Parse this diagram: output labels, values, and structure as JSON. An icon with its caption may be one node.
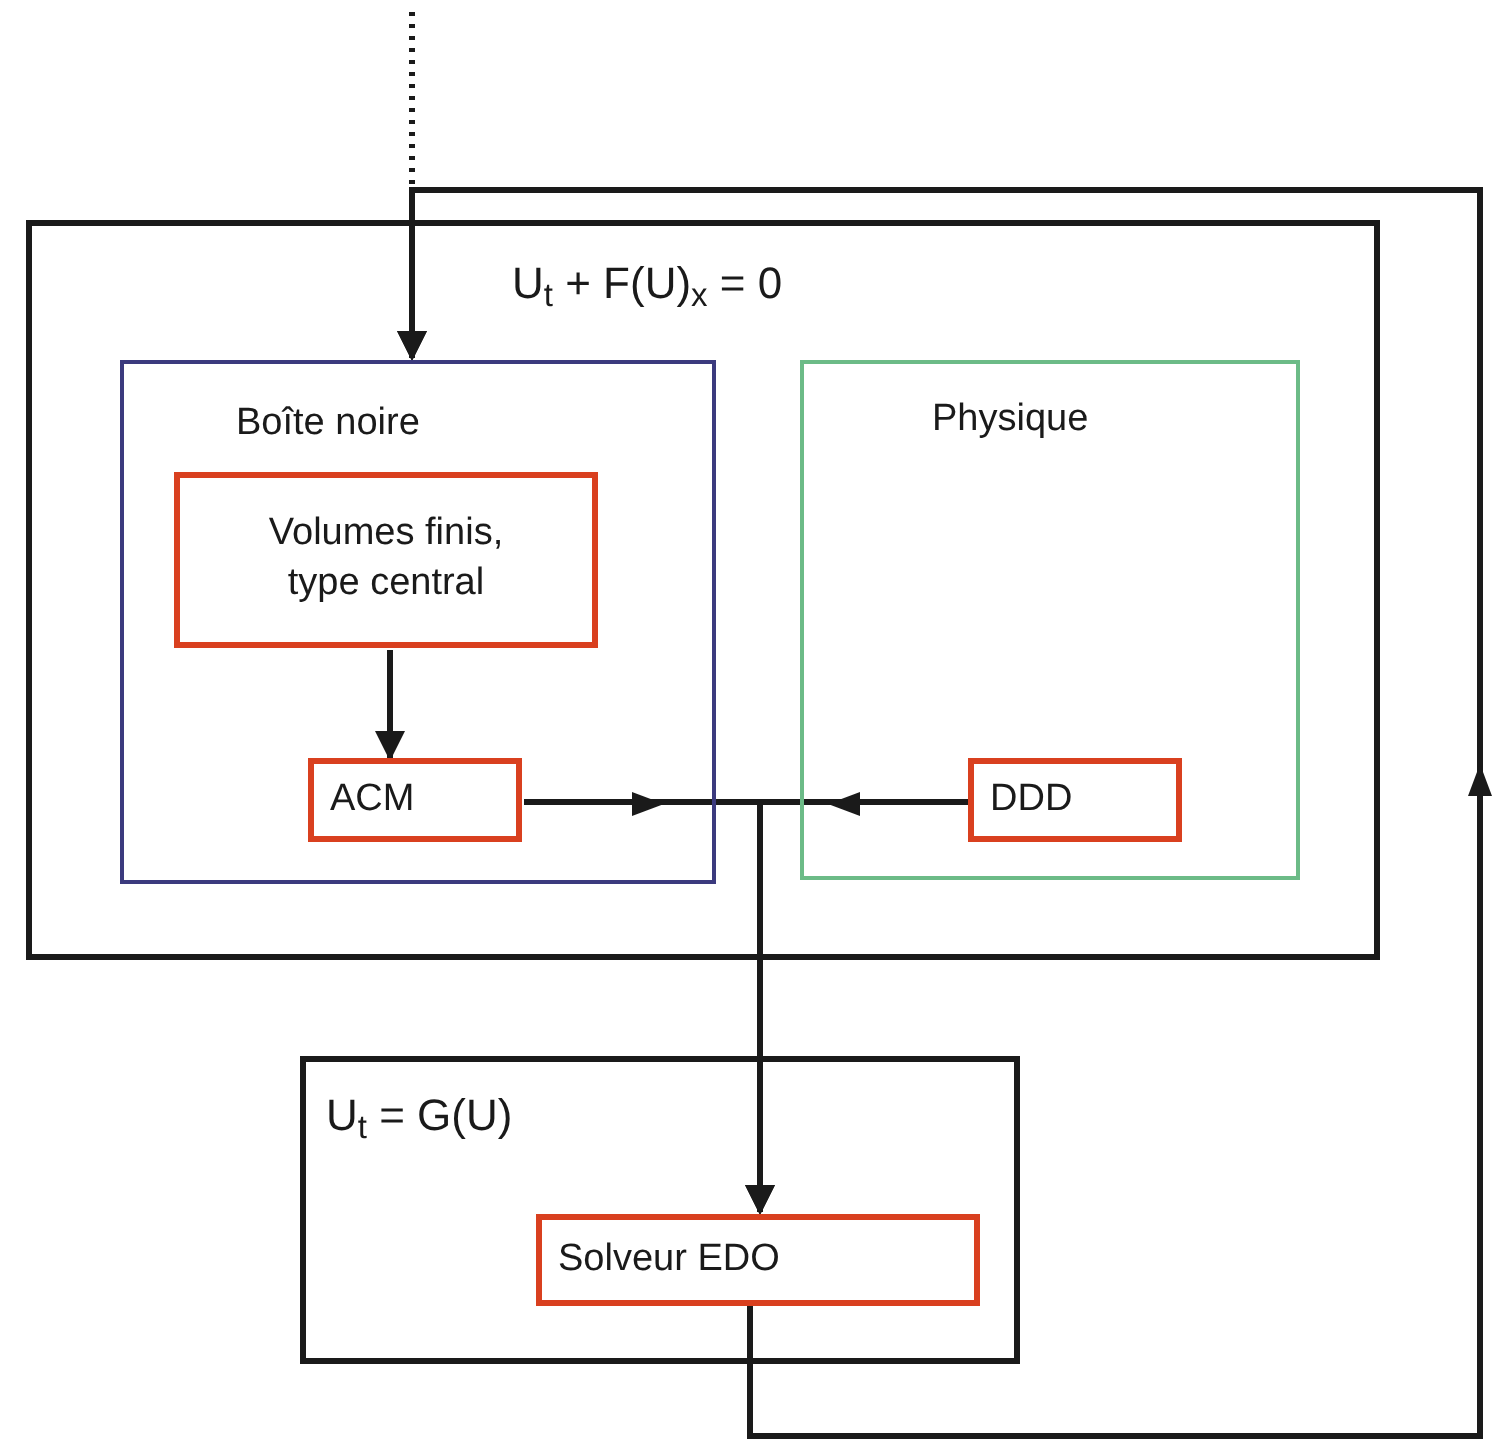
{
  "diagram": {
    "nodes": [
      {
        "text": [
          "U$_{t}$ + F(U)$_{x}$ = 0"
        ]
      },
      {
        "text": [
          "Boîte noire"
        ],
        "in": 0
      },
      {
        "text": [
          "Volumes finis, type central"
        ],
        "in": 1
      },
      {
        "text": [
          "ACM"
        ],
        "in": 1
      },
      {
        "text": [
          "Physique"
        ],
        "in": 0
      },
      {
        "text": [
          "DDD"
        ],
        "in": 4
      },
      {
        "text": [
          "U$_{t}$ = G(U)"
        ]
      },
      {
        "text": [
          "Solveur EDO"
        ],
        "in": 6
      }
    ],
    "edges": [
      {
        "from": null,
        "to": 1,
        "arrow": "to",
        "style": "dashed"
      },
      {
        "from": 2,
        "to": 3,
        "arrow": "to"
      },
      {
        "from": 3,
        "to": 7,
        "arrow": "to"
      },
      {
        "from": 5,
        "to": 7,
        "arrow": "to"
      },
      {
        "from": 7,
        "to": 1,
        "arrow": "to"
      }
    ]
  }
}
